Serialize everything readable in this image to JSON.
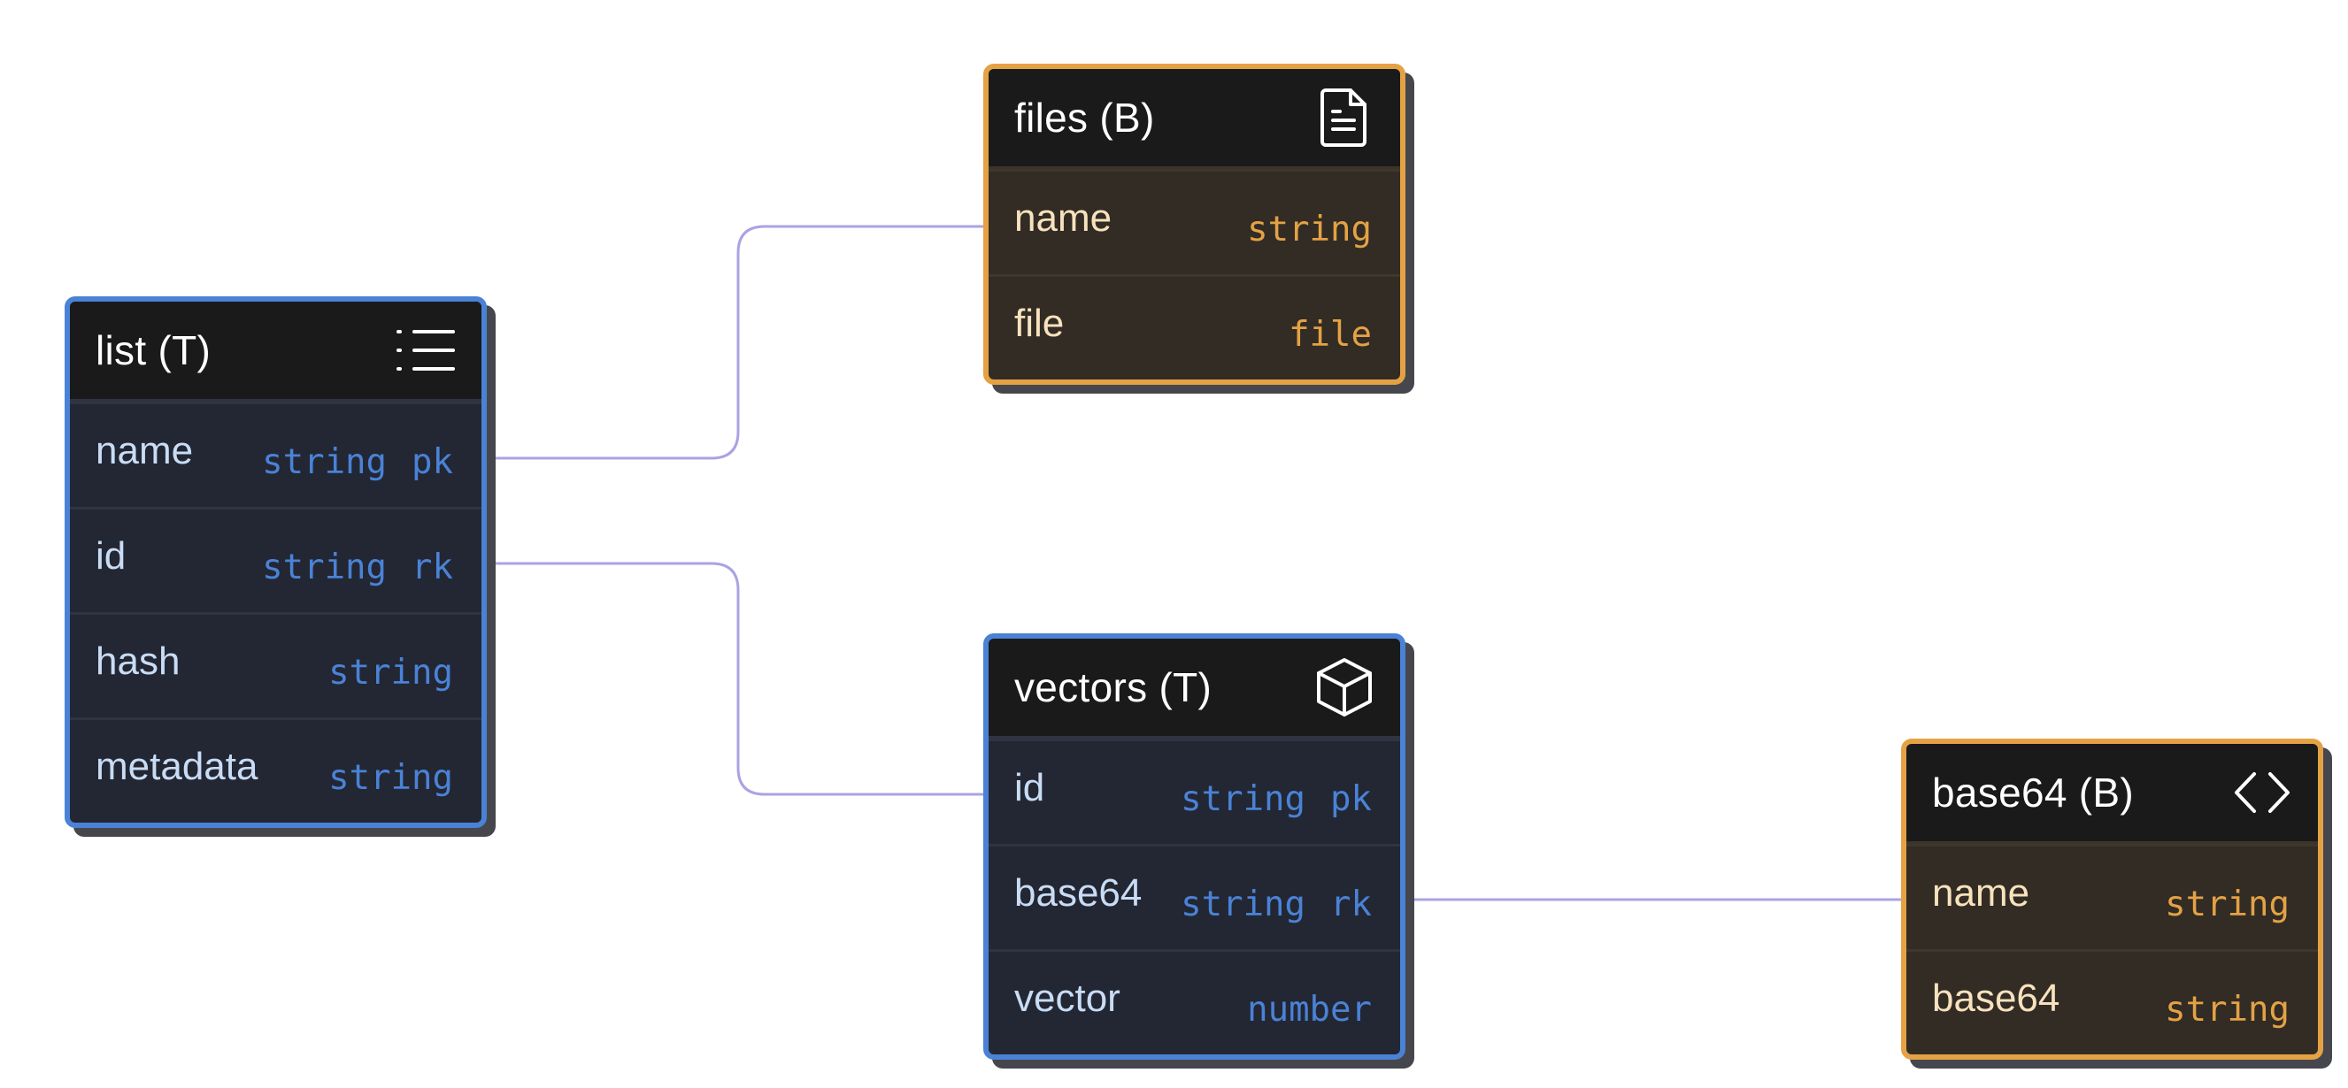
{
  "colors": {
    "table_accent": "#4a82d6",
    "bucket_accent": "#e4a244",
    "link": "#a9a3e3",
    "header_bg": "#1a1a1a",
    "table_body_bg": "#232733",
    "bucket_body_bg": "#322c25"
  },
  "nodes": {
    "list": {
      "title": "list (T)",
      "icon": "list-icon",
      "fields": [
        {
          "name": "name",
          "type": "string",
          "key": "pk"
        },
        {
          "name": "id",
          "type": "string",
          "key": "rk"
        },
        {
          "name": "hash",
          "type": "string",
          "key": ""
        },
        {
          "name": "metadata",
          "type": "string",
          "key": ""
        }
      ]
    },
    "files": {
      "title": "files (B)",
      "icon": "document-icon",
      "fields": [
        {
          "name": "name",
          "type": "string",
          "key": ""
        },
        {
          "name": "file",
          "type": "file",
          "key": ""
        }
      ]
    },
    "vectors": {
      "title": "vectors (T)",
      "icon": "cube-icon",
      "fields": [
        {
          "name": "id",
          "type": "string",
          "key": "pk"
        },
        {
          "name": "base64",
          "type": "string",
          "key": "rk"
        },
        {
          "name": "vector",
          "type": "number",
          "key": ""
        }
      ]
    },
    "base64": {
      "title": "base64 (B)",
      "icon": "code-icon",
      "fields": [
        {
          "name": "name",
          "type": "string",
          "key": ""
        },
        {
          "name": "base64",
          "type": "string",
          "key": ""
        }
      ]
    }
  },
  "links": [
    {
      "from": "list.name",
      "to": "files.name"
    },
    {
      "from": "list.id",
      "to": "vectors.id"
    },
    {
      "from": "vectors.base64",
      "to": "base64.name"
    }
  ]
}
